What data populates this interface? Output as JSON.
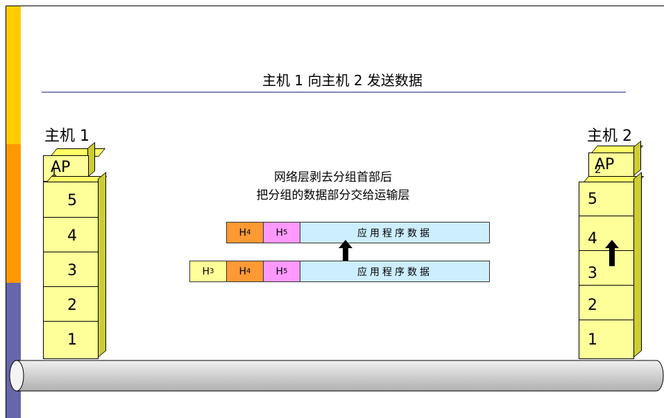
{
  "title": "主机 1 向主机 2 发送数据",
  "host1": {
    "label": "主机 1",
    "ap": "AP",
    "ap_sub": "1",
    "layers": [
      "5",
      "4",
      "3",
      "2",
      "1"
    ]
  },
  "host2": {
    "label": "主机 2",
    "ap": "AP",
    "ap_sub": "2",
    "layers": [
      "5",
      "4",
      "3",
      "2",
      "1"
    ]
  },
  "note": {
    "line1": "网络层剥去分组首部后",
    "line2": "把分组的数据部分交给运输层"
  },
  "packet_top": {
    "h4": "H",
    "h4_sub": "4",
    "h5": "H",
    "h5_sub": "5",
    "data": "应用程序数据"
  },
  "packet_bottom": {
    "h3": "H",
    "h3_sub": "3",
    "h4": "H",
    "h4_sub": "4",
    "h5": "H",
    "h5_sub": "5",
    "data": "应用程序数据"
  },
  "colors": {
    "strip_yellow": "#FFCC00",
    "strip_orange": "#FF9900",
    "strip_blue": "#6666AA",
    "layer_fill": "#FFFF99",
    "h4_fill": "#FF9933",
    "h5_fill": "#FF99FF",
    "data_fill": "#CCEEFF",
    "pipe_fill": "#D8D8D8"
  }
}
